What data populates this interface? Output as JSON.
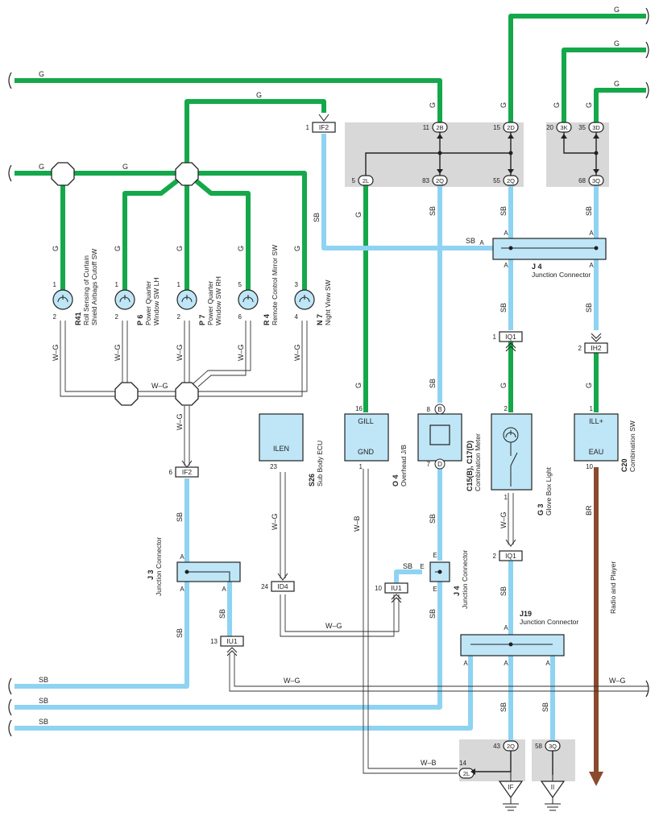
{
  "wires": {
    "g": "G",
    "sb": "SB",
    "wg": "W–G",
    "wb": "W–B",
    "br": "BR"
  },
  "colors": {
    "green": "#15a84a",
    "sky_blue": "#8fd3f2",
    "brown": "#8a4a2e",
    "grey_jb": "#d8d8d8"
  },
  "connectors": {
    "if2": "IF2",
    "iq1": "IQ1",
    "ih2": "IH2",
    "id4": "ID4",
    "iu1": "IU1",
    "c2b": "2B",
    "c2d": "2D",
    "c3k": "3K",
    "c3d": "3D",
    "c2l": "2L",
    "c2q": "2Q",
    "c3q": "3Q"
  },
  "switches": [
    {
      "code": "R41",
      "name": "Roll Sensing of Curtain Shield Airbags Cutoff SW",
      "line1": "Roll Sensing of Curtain",
      "line2": "Shield Airbags Cutoff SW",
      "pin_top": "1",
      "pin_bottom": "2"
    },
    {
      "code": "P 6",
      "name": "Power Quarter Window SW LH",
      "line1": "Power Quarter",
      "line2": "Window SW LH",
      "pin_top": "1",
      "pin_bottom": "2"
    },
    {
      "code": "P 7",
      "name": "Power Quarter Window SW RH",
      "line1": "Power Quarter",
      "line2": "Window SW RH",
      "pin_top": "1",
      "pin_bottom": "2"
    },
    {
      "code": "R 4",
      "name": "Remote Control Mirror SW",
      "line1": "Remote Control Mirror SW",
      "line2": "",
      "pin_top": "5",
      "pin_bottom": "6"
    },
    {
      "code": "N 7",
      "name": "Night View SW",
      "line1": "Night View SW",
      "line2": "",
      "pin_top": "3",
      "pin_bottom": "4"
    }
  ],
  "components": {
    "s26": {
      "code": "S26",
      "name": "Sub Body ECU",
      "terminal": "ILEN",
      "pin": "23"
    },
    "o4": {
      "code": "O 4",
      "name": "Overhead J/B",
      "terminal_top": "GILL",
      "terminal_bottom": "GND",
      "pin_top": "16",
      "pin_bottom": "1"
    },
    "c15": {
      "code": "C15(B), C17(D)",
      "name": "Combination Meter",
      "pin_top": "8",
      "term_top": "B",
      "pin_bottom": "7",
      "term_bottom": "D"
    },
    "g3": {
      "code": "G 3",
      "name": "Glove Box Light",
      "pin_top": "2",
      "pin_bottom": "1"
    },
    "c20": {
      "code": "C20",
      "name": "Combination SW",
      "terminal_top": "ILL+",
      "terminal_bottom": "EAU",
      "pin_top": "1",
      "pin_bottom": "10"
    },
    "j4a": {
      "code": "J 4",
      "name": "Junction Connector"
    },
    "j4b": {
      "code": "J 4",
      "name": "Junction Connector"
    },
    "j3": {
      "code": "J 3",
      "name": "Junction Connector"
    },
    "j19": {
      "code": "J19",
      "name": "Junction Connector"
    }
  },
  "pins": {
    "p1": "1",
    "p2": "2",
    "p5": "5",
    "p6": "6",
    "p10": "10",
    "p11": "11",
    "p13": "13",
    "p14": "14",
    "p15": "15",
    "p20": "20",
    "p24": "24",
    "p35": "35",
    "p43": "43",
    "p55": "55",
    "p58": "58",
    "p68": "68",
    "p83": "83"
  },
  "letters": {
    "a": "A",
    "e": "E"
  },
  "radio": "Radio and Player",
  "grounds": {
    "if": "IF",
    "ii": "II"
  }
}
